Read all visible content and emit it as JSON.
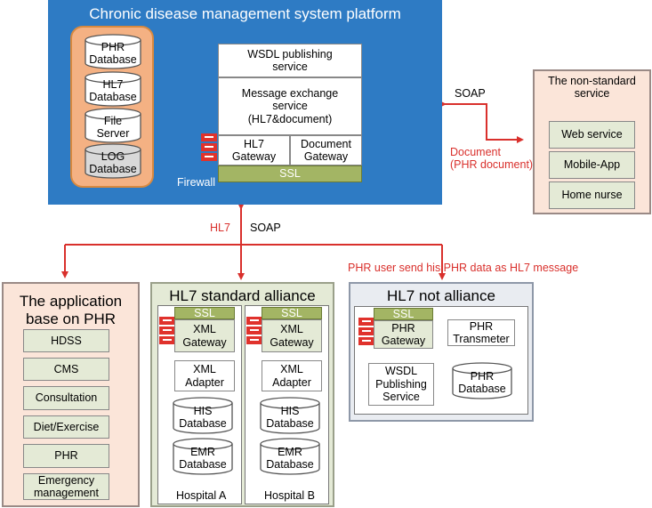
{
  "platform": {
    "title": "Chronic disease management system platform",
    "databases": [
      "PHR\nDatabase",
      "HL7\nDatabase",
      "File\nServer",
      "LOG\nDatabase"
    ],
    "wsdl": "WSDL publishing\nservice",
    "message_exchange": "Message exchange\nservice\n(HL7&document)",
    "hl7_gateway": "HL7\nGateway",
    "document_gateway": "Document\nGateway",
    "ssl": "SSL",
    "firewall": "Firewall"
  },
  "links": {
    "soap_right": "SOAP",
    "document_label": "Document\n(PHR document)",
    "hl7": "HL7",
    "soap_down": "SOAP",
    "phr_user": "PHR user send his PHR data as HL7 message"
  },
  "nonstandard": {
    "title": "The non-standard\nservice",
    "items": [
      "Web service",
      "Mobile-App",
      "Home nurse"
    ]
  },
  "application": {
    "title": "The application\nbase on PHR",
    "items": [
      "HDSS",
      "CMS",
      "Consultation",
      "Diet/Exercise",
      "PHR",
      "Emergency\nmanagement"
    ]
  },
  "alliance": {
    "title": "HL7 standard alliance",
    "ssl": "SSL",
    "xml_gateway": "XML\nGateway",
    "xml_adapter": "XML\nAdapter",
    "his_db": "HIS\nDatabase",
    "emr_db": "EMR\nDatabase",
    "hospitals": [
      "Hospital A",
      "Hospital B"
    ]
  },
  "not_alliance": {
    "title": "HL7 not alliance",
    "ssl": "SSL",
    "phr_gateway": "PHR\nGateway",
    "phr_transmeter": "PHR\nTransmeter",
    "wsdl": "WSDL\nPublishing\nService",
    "phr_db": "PHR\nDatabase"
  },
  "colors": {
    "platform_bg": "#2e7bc4",
    "db_panel": "#f4b183",
    "ssl_green": "#a3b564",
    "arrow_red": "#d9302c",
    "application_bg": "#fbe5d9",
    "alliance_bg": "#e4ead6",
    "not_alliance_bg": "#e9ecf1"
  },
  "icons": [
    "firewall-icon",
    "cylinder-database-icon"
  ]
}
